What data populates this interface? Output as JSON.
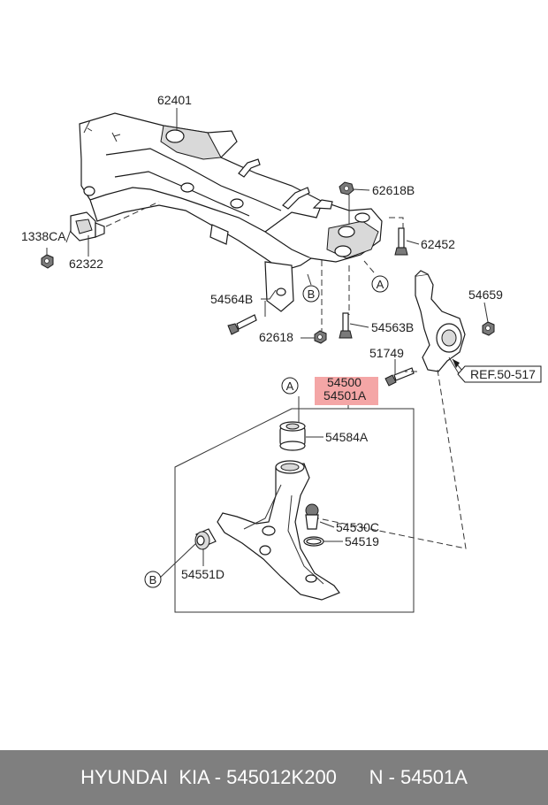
{
  "parts": {
    "p62401": "62401",
    "p62618B": "62618B",
    "p1338CA": "1338CA",
    "p62452": "62452",
    "p62322": "62322",
    "p54564B": "54564B",
    "p54659": "54659",
    "p54563B": "54563B",
    "p62618": "62618",
    "p51749": "51749",
    "p54500": "54500",
    "p54501A": "54501A",
    "ref": "REF.50-517",
    "p54584A": "54584A",
    "p54530C": "54530C",
    "p54519": "54519",
    "p54551D": "54551D"
  },
  "callouts": {
    "a": "A",
    "b": "B"
  },
  "highlight_color": "#f4a6a6",
  "footer": {
    "text": "HYUNDAI  KIA - 545012K200      N - 54501A"
  }
}
